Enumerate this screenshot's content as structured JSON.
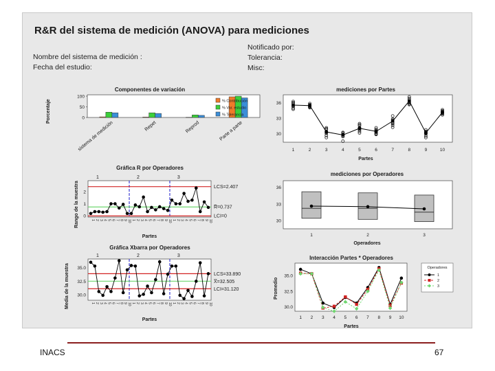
{
  "slide": {
    "title": "R&R del sistema de medición  (ANOVA) para mediciones",
    "header_left": [
      "Nombre del sistema de medición :",
      "Fecha del estudio:"
    ],
    "header_right": [
      "Notificado por:",
      "Tolerancia:",
      "Misc:"
    ],
    "footer_left": "INACS",
    "page_number": "67"
  },
  "colors": {
    "contrib": "#f07b2a",
    "study": "#3ccf3a",
    "tolerance": "#3b8ed8",
    "dark": "#000000",
    "red": "#d22222",
    "green": "#6fd66f",
    "blue": "#2d2dcf",
    "box": "#c0c0c0",
    "plot_bg": "#ffffff"
  },
  "chart_data": [
    {
      "id": "components",
      "type": "bar",
      "title": "Componentes de variación",
      "ylabel": "Porcentaje",
      "categories": [
        "sistema de medición",
        "Repet",
        "Reprod",
        "Parte a parte"
      ],
      "category_labels": [
        "sistema de medición",
        "Repet",
        "Reprod",
        "Parte a parte"
      ],
      "yticks": [
        0,
        50,
        100
      ],
      "ylim": [
        0,
        100
      ],
      "series": [
        {
          "name": "% Contribución",
          "values": [
            3,
            2,
            1,
            97
          ]
        },
        {
          "name": "% Var. estudio",
          "values": [
            25,
            22,
            12,
            100
          ]
        },
        {
          "name": "% Tolerancia",
          "values": [
            22,
            19,
            10,
            92
          ]
        }
      ]
    },
    {
      "id": "byparts",
      "type": "scatter",
      "title": "mediciones por Partes",
      "xlabel": "Partes",
      "x": [
        1,
        2,
        3,
        4,
        5,
        6,
        7,
        8,
        9,
        10
      ],
      "xticks": [
        "1",
        "2",
        "3",
        "4",
        "5",
        "6",
        "7",
        "8",
        "9",
        "10"
      ],
      "yticks": [
        30,
        33,
        36
      ],
      "ylim": [
        28.3,
        37.5
      ],
      "points": [
        [
          35.2,
          34.9,
          35.9,
          36.2,
          35.7,
          35.3,
          36.0,
          35.5,
          34.7
        ],
        [
          35.5,
          35.3,
          35.0,
          35.8,
          35.1,
          35.4,
          35.6,
          35.2,
          35.3
        ],
        [
          30.4,
          29.6,
          30.8,
          29.2,
          30.9,
          30.3,
          31.1,
          30.0,
          30.2
        ],
        [
          29.4,
          29.8,
          29.9,
          30.1,
          28.5,
          29.7,
          30.2,
          29.5,
          29.8
        ],
        [
          30.7,
          31.9,
          30.4,
          31.7,
          31.1,
          30.1,
          31.5,
          30.9,
          31.0
        ],
        [
          30.6,
          29.8,
          30.2,
          31.1,
          30.0,
          30.5,
          30.8,
          30.3,
          29.9
        ],
        [
          31.6,
          32.5,
          33.4,
          31.2,
          32.0,
          32.8,
          31.9,
          32.6,
          32.2
        ],
        [
          35.9,
          36.5,
          37.1,
          36.1,
          35.7,
          36.8,
          36.3,
          35.6,
          36.0
        ],
        [
          29.5,
          30.1,
          29.9,
          30.7,
          30.3,
          29.2,
          30.0,
          30.2,
          30.4
        ],
        [
          33.8,
          34.2,
          34.6,
          34.0,
          33.6,
          34.4,
          34.1,
          33.9,
          34.3
        ]
      ],
      "means": [
        35.5,
        35.4,
        30.3,
        29.7,
        31.0,
        30.4,
        32.4,
        36.3,
        30.1,
        34.1
      ]
    },
    {
      "id": "rchart",
      "type": "line",
      "title": "Gráfica R por Operadores",
      "xlabel": "Partes",
      "ylabel": "Rango de la muestra",
      "groups": [
        "1",
        "2",
        "3"
      ],
      "xticks": [
        "1",
        "2",
        "3",
        "4",
        "5",
        "6",
        "7",
        "8",
        "9",
        "10"
      ],
      "yticks": [
        0,
        1,
        2
      ],
      "ylim": [
        -0.1,
        2.9
      ],
      "limits": {
        "ucl": 2.407,
        "center": 0.737,
        "lcl": 0
      },
      "limit_labels": [
        "LCS=2.407",
        "R̅=0.737",
        "LCI=0"
      ],
      "values": [
        0.2,
        0.35,
        0.35,
        0.3,
        0.35,
        1.0,
        1.0,
        0.65,
        0.95,
        0.2,
        0.2,
        0.9,
        0.75,
        1.55,
        0.35,
        0.7,
        0.5,
        0.75,
        0.6,
        0.45,
        1.3,
        1.0,
        1.0,
        1.85,
        1.2,
        1.3,
        2.3,
        0.35,
        1.15,
        0.7
      ]
    },
    {
      "id": "operators",
      "type": "box",
      "title": "mediciones por Operadores",
      "xlabel": "Operadores",
      "categories": [
        "1",
        "2",
        "3"
      ],
      "yticks": [
        30,
        33,
        36
      ],
      "ylim": [
        28.5,
        37.2
      ],
      "boxes": [
        {
          "q1": 30.4,
          "median": 32.2,
          "q3": 35.2,
          "mean": 32.6
        },
        {
          "q1": 30.2,
          "median": 32.2,
          "q3": 35.0,
          "mean": 32.5
        },
        {
          "q1": 29.8,
          "median": 31.5,
          "q3": 34.6,
          "mean": 32.1
        }
      ]
    },
    {
      "id": "xbar",
      "type": "line",
      "title": "Gráfica Xbarra por Operadores",
      "xlabel": "Partes",
      "ylabel": "Media de la muestra",
      "groups": [
        "1",
        "2",
        "3"
      ],
      "xticks": [
        "1",
        "2",
        "3",
        "4",
        "5",
        "6",
        "7",
        "8",
        "9",
        "10"
      ],
      "yticks": [
        30.0,
        32.5,
        35.0
      ],
      "ylim": [
        29.0,
        36.6
      ],
      "limits": {
        "ucl": 33.89,
        "center": 32.505,
        "lcl": 31.12
      },
      "limit_labels": [
        "LCS=33.890",
        "X̅=32.505",
        "LCI=31.120"
      ],
      "values": [
        36.0,
        35.3,
        30.6,
        29.9,
        31.5,
        30.6,
        33.1,
        36.3,
        30.4,
        34.6,
        35.4,
        35.3,
        29.8,
        30.1,
        31.6,
        30.4,
        32.8,
        36.1,
        30.2,
        33.8,
        35.3,
        35.3,
        29.9,
        29.3,
        30.8,
        29.7,
        32.5,
        35.9,
        29.8,
        33.9
      ]
    },
    {
      "id": "interaction",
      "type": "line",
      "title": "Interacción Partes * Operadores",
      "xlabel": "Partes",
      "ylabel": "Promedio",
      "x": [
        1,
        2,
        3,
        4,
        5,
        6,
        7,
        8,
        9,
        10
      ],
      "xticks": [
        "1",
        "2",
        "3",
        "4",
        "5",
        "6",
        "7",
        "8",
        "9",
        "10"
      ],
      "yticks": [
        30.0,
        32.5,
        35.0
      ],
      "ylim": [
        29.3,
        37.0
      ],
      "legend_title": "Operadores",
      "series": [
        {
          "name": "1",
          "values": [
            36.0,
            35.3,
            30.6,
            29.9,
            31.5,
            30.6,
            33.1,
            36.3,
            30.4,
            34.6
          ]
        },
        {
          "name": "2",
          "values": [
            35.4,
            35.3,
            29.8,
            30.1,
            31.6,
            30.4,
            32.8,
            36.1,
            30.2,
            33.8
          ]
        },
        {
          "name": "3",
          "values": [
            35.3,
            35.3,
            29.9,
            29.3,
            30.8,
            29.7,
            32.5,
            35.9,
            29.8,
            33.9
          ]
        }
      ]
    }
  ]
}
